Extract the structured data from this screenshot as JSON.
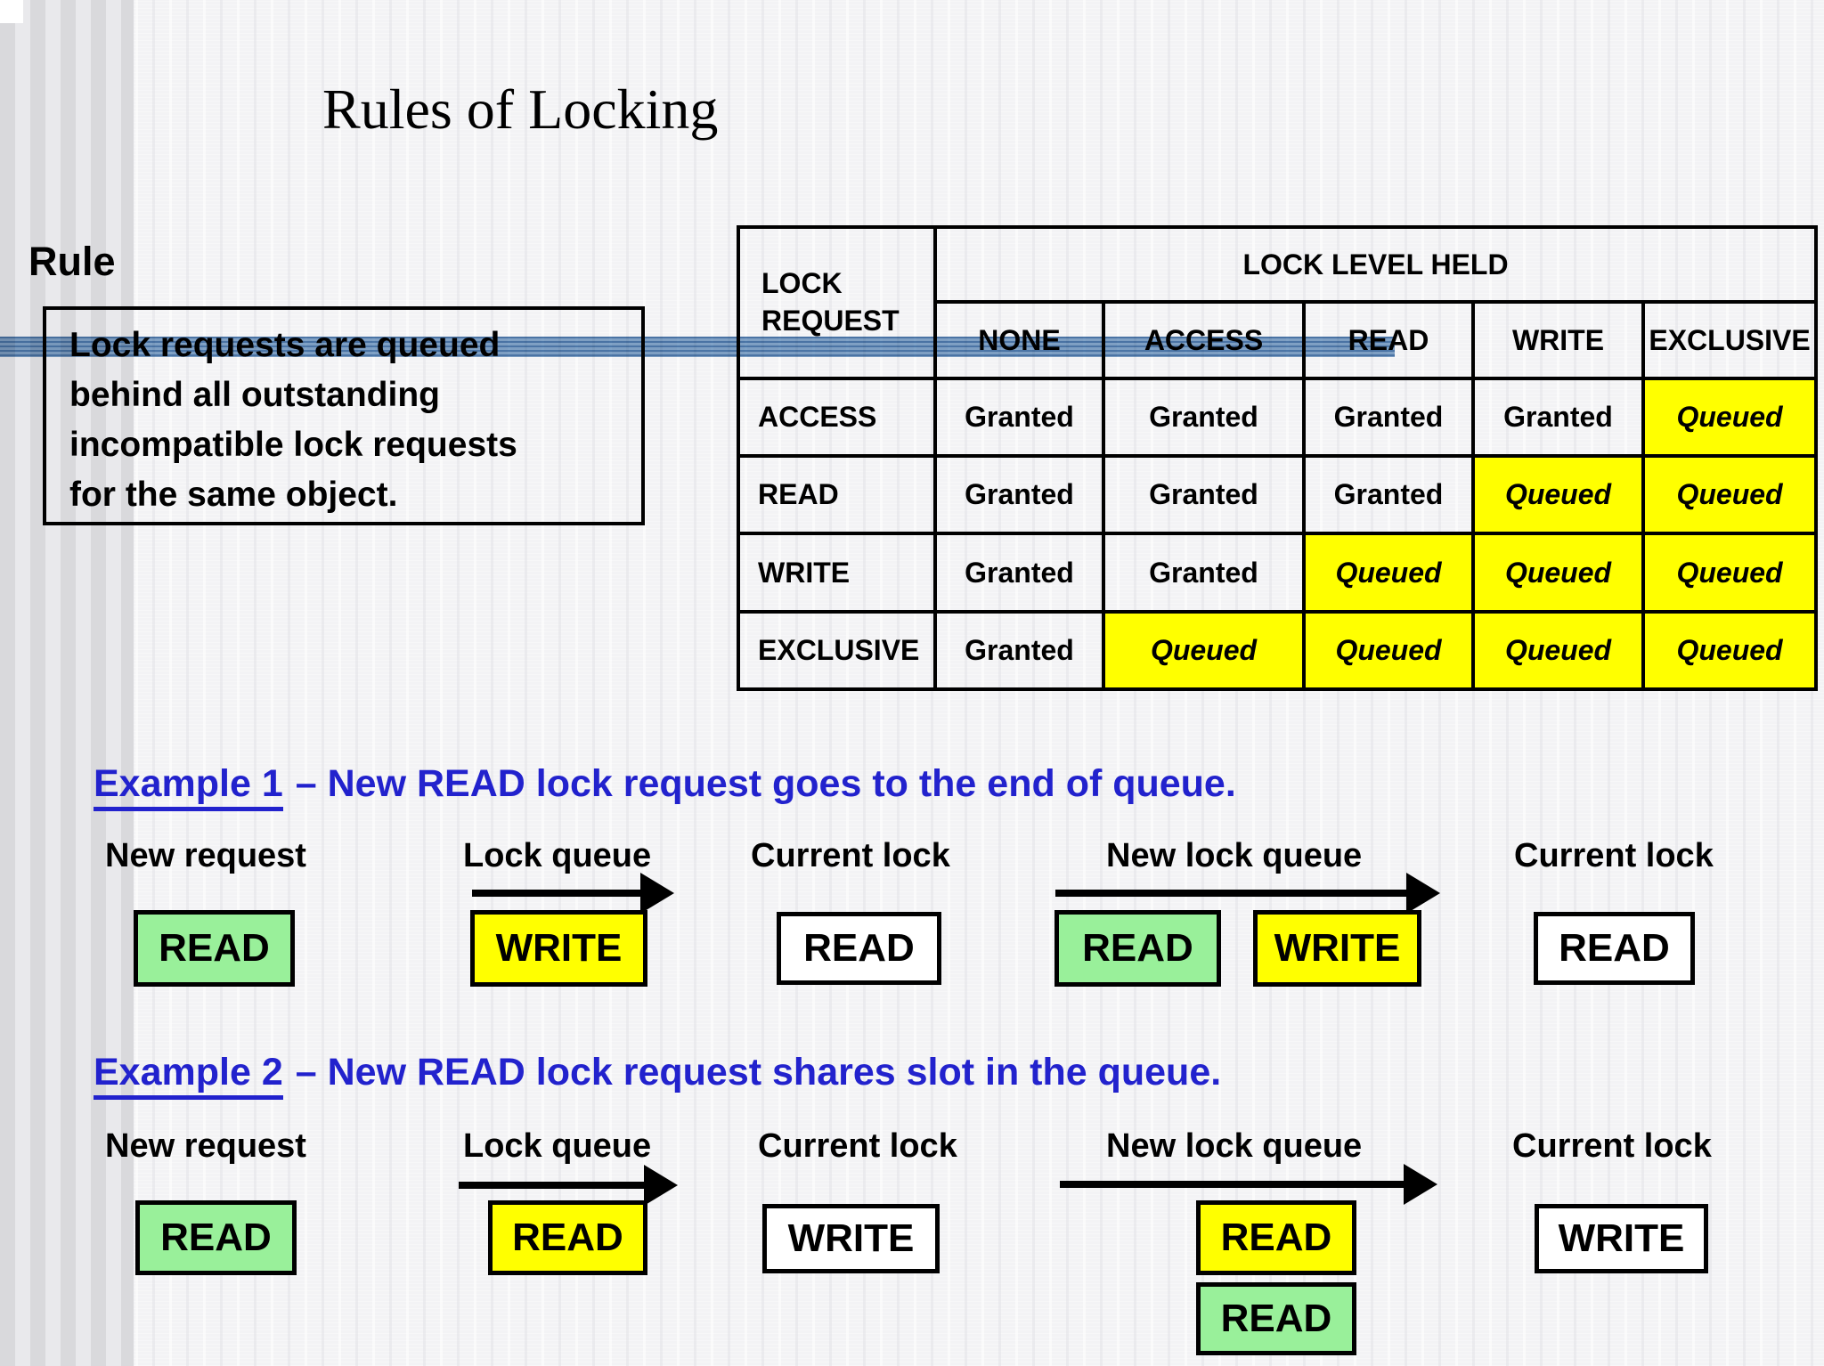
{
  "slide": {
    "title": "Rules of Locking",
    "rule_heading": "Rule",
    "rule_lines": [
      "Lock requests are queued",
      "behind all outstanding",
      "incompatible lock requests",
      "for the same object."
    ]
  },
  "colors": {
    "queued_bg": "#ffff00",
    "green_box": "#99f09a",
    "heading_blue": "#2222cd",
    "band_blue": "#4d79ab"
  },
  "lock_table": {
    "corner": "LOCK REQUEST",
    "group_header": "LOCK LEVEL HELD",
    "columns": [
      "NONE",
      "ACCESS",
      "READ",
      "WRITE",
      "EXCLUSIVE"
    ],
    "rows": [
      {
        "label": "ACCESS",
        "cells": [
          {
            "text": "Granted",
            "state": "granted"
          },
          {
            "text": "Granted",
            "state": "granted"
          },
          {
            "text": "Granted",
            "state": "granted"
          },
          {
            "text": "Granted",
            "state": "granted"
          },
          {
            "text": "Queued",
            "state": "queued"
          }
        ]
      },
      {
        "label": "READ",
        "cells": [
          {
            "text": "Granted",
            "state": "granted"
          },
          {
            "text": "Granted",
            "state": "granted"
          },
          {
            "text": "Granted",
            "state": "granted"
          },
          {
            "text": "Queued",
            "state": "queued"
          },
          {
            "text": "Queued",
            "state": "queued"
          }
        ]
      },
      {
        "label": "WRITE",
        "cells": [
          {
            "text": "Granted",
            "state": "granted"
          },
          {
            "text": "Granted",
            "state": "granted"
          },
          {
            "text": "Queued",
            "state": "queued"
          },
          {
            "text": "Queued",
            "state": "queued"
          },
          {
            "text": "Queued",
            "state": "queued"
          }
        ]
      },
      {
        "label": "EXCLUSIVE",
        "cells": [
          {
            "text": "Granted",
            "state": "granted"
          },
          {
            "text": "Queued",
            "state": "queued"
          },
          {
            "text": "Queued",
            "state": "queued"
          },
          {
            "text": "Queued",
            "state": "queued"
          },
          {
            "text": "Queued",
            "state": "queued"
          }
        ]
      }
    ]
  },
  "example1": {
    "heading_link": "Example 1",
    "heading_rest": "– New READ lock request goes to the end of queue.",
    "label_new_request": "New request",
    "label_lock_queue": "Lock queue",
    "label_current_lock": "Current lock",
    "label_new_lock_queue": "New lock queue",
    "label_current_lock_after": "Current lock",
    "box_new_request": {
      "text": "READ",
      "color": "green"
    },
    "box_lock_queue": {
      "text": "WRITE",
      "color": "yellow"
    },
    "box_current_lock": {
      "text": "READ",
      "color": "white"
    },
    "box_new_queue_first": {
      "text": "READ",
      "color": "green"
    },
    "box_new_queue_second": {
      "text": "WRITE",
      "color": "yellow"
    },
    "box_current_lock_after": {
      "text": "READ",
      "color": "white"
    }
  },
  "example2": {
    "heading_link": "Example 2",
    "heading_rest": "– New READ lock request shares slot in the queue.",
    "label_new_request": "New request",
    "label_lock_queue": "Lock queue",
    "label_current_lock": "Current lock",
    "label_new_lock_queue": "New lock queue",
    "label_current_lock_after": "Current lock",
    "box_new_request": {
      "text": "READ",
      "color": "green"
    },
    "box_lock_queue": {
      "text": "READ",
      "color": "yellow"
    },
    "box_current_lock": {
      "text": "WRITE",
      "color": "white"
    },
    "box_new_queue_top": {
      "text": "READ",
      "color": "yellow"
    },
    "box_new_queue_bottom": {
      "text": "READ",
      "color": "green"
    },
    "box_current_lock_after": {
      "text": "WRITE",
      "color": "white"
    }
  }
}
